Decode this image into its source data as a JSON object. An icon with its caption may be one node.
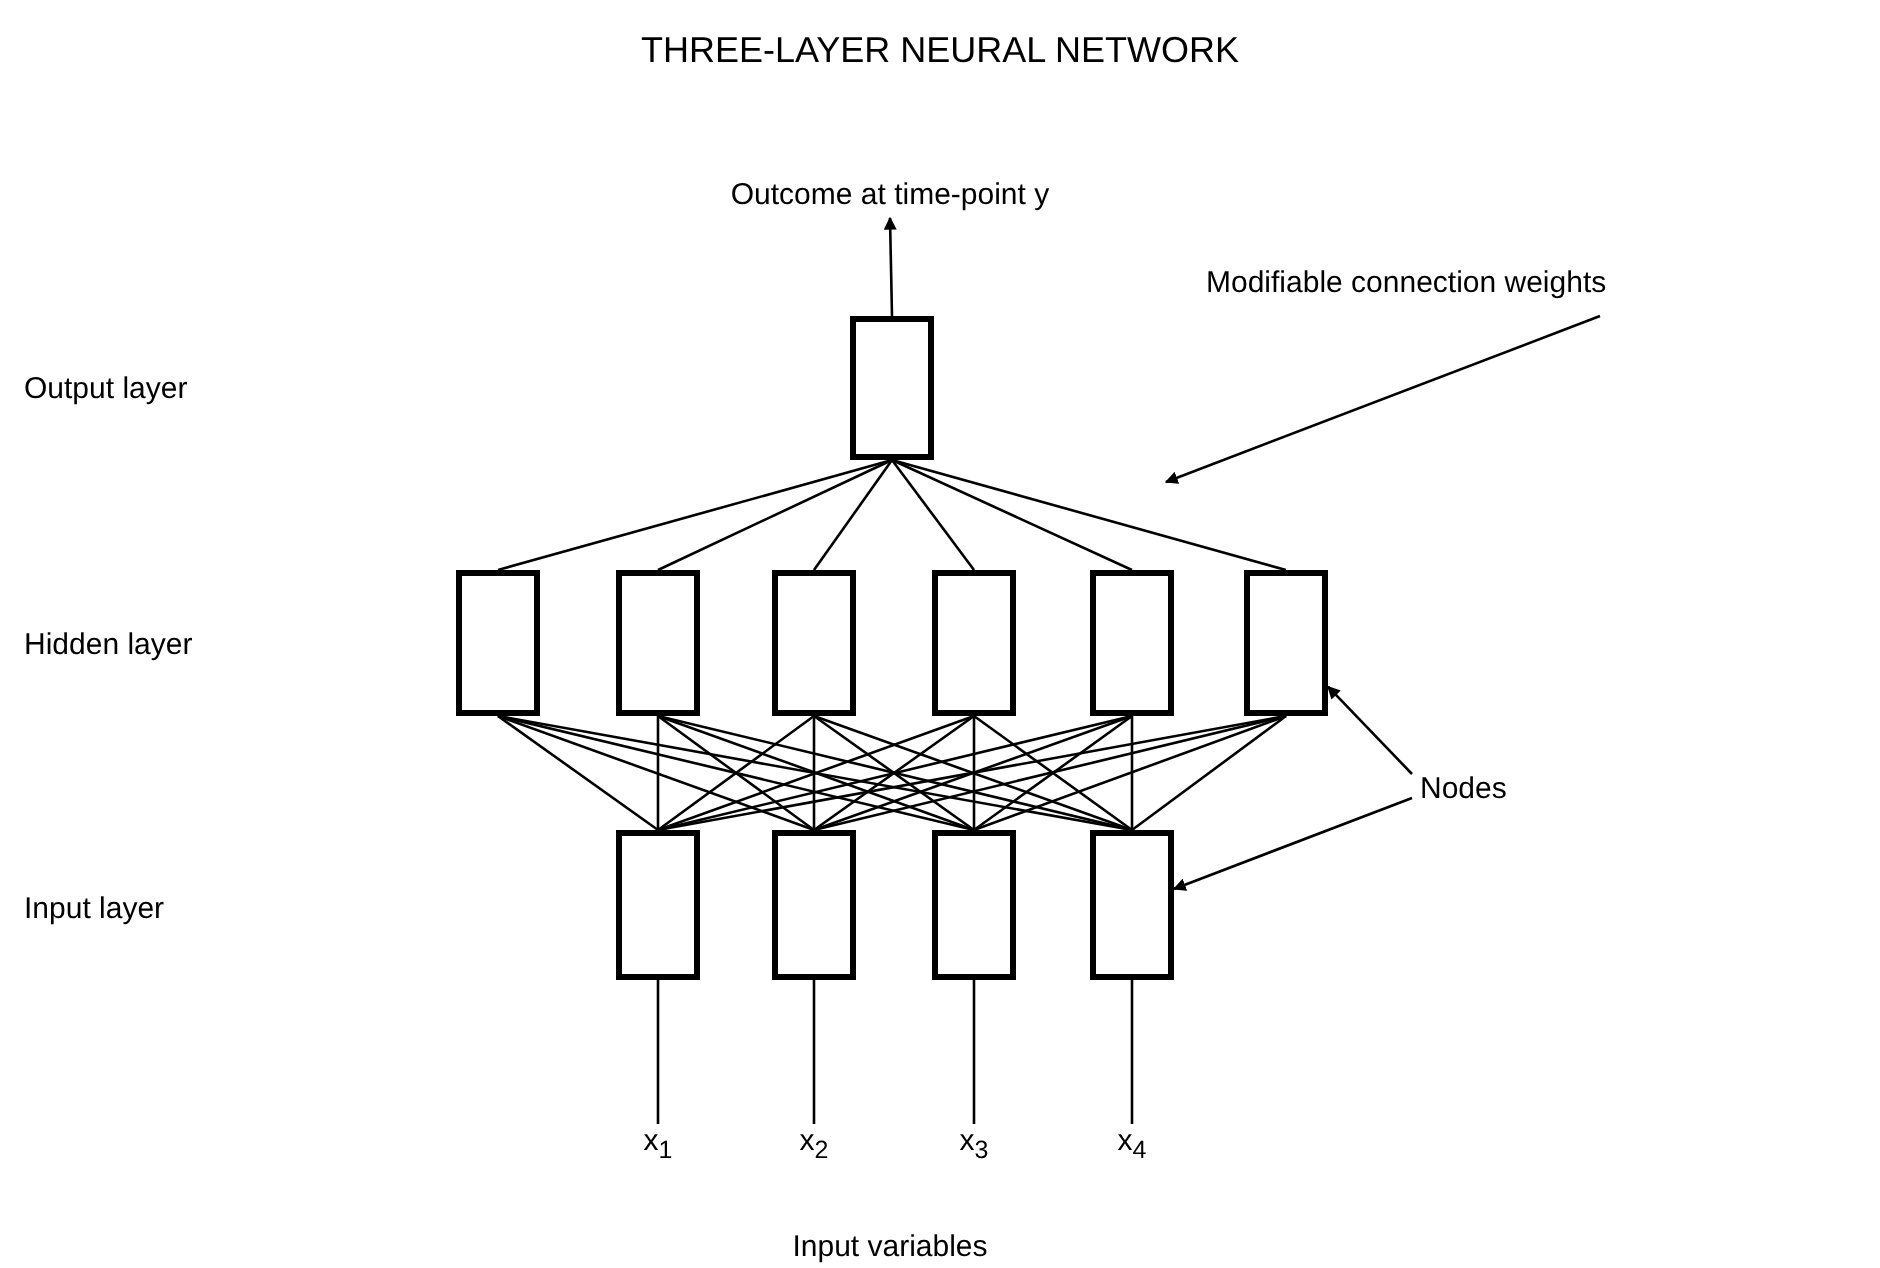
{
  "diagram": {
    "title": "THREE-LAYER NEURAL NETWORK",
    "nodes": [
      {
        "text": [],
        "shape": "box"
      },
      {
        "text": [],
        "shape": "box"
      },
      {
        "text": [],
        "shape": "box"
      },
      {
        "text": [],
        "shape": "box"
      },
      {
        "text": [],
        "shape": "box"
      },
      {
        "text": [],
        "shape": "box"
      },
      {
        "text": [],
        "shape": "box"
      },
      {
        "text": [],
        "shape": "box"
      },
      {
        "text": [],
        "shape": "box"
      },
      {
        "text": [],
        "shape": "box"
      },
      {
        "text": [],
        "shape": "box"
      },
      {
        "text": [
          "Outcome at time-point y"
        ]
      },
      {
        "text": [
          "Modifiable connection weights"
        ]
      },
      {
        "text": [
          "Nodes"
        ]
      },
      {
        "text": [
          "x$_{1}$"
        ]
      },
      {
        "text": [
          "x$_{2}$"
        ]
      },
      {
        "text": [
          "x$_{3}$"
        ]
      },
      {
        "text": [
          "x$_{4}$"
        ]
      }
    ],
    "edges": [
      {
        "from": 0,
        "to": 11,
        "arrow": "to"
      },
      {
        "from": 0,
        "to": 1,
        "arrow": "none"
      },
      {
        "from": 0,
        "to": 2,
        "arrow": "none"
      },
      {
        "from": 0,
        "to": 3,
        "arrow": "none"
      },
      {
        "from": 0,
        "to": 4,
        "arrow": "none"
      },
      {
        "from": 0,
        "to": 5,
        "arrow": "none"
      },
      {
        "from": 0,
        "to": 6,
        "arrow": "none"
      },
      {
        "from": 1,
        "to": 7,
        "arrow": "none"
      },
      {
        "from": 1,
        "to": 8,
        "arrow": "none"
      },
      {
        "from": 1,
        "to": 9,
        "arrow": "none"
      },
      {
        "from": 1,
        "to": 10,
        "arrow": "none"
      },
      {
        "from": 2,
        "to": 7,
        "arrow": "none"
      },
      {
        "from": 2,
        "to": 8,
        "arrow": "none"
      },
      {
        "from": 2,
        "to": 9,
        "arrow": "none"
      },
      {
        "from": 2,
        "to": 10,
        "arrow": "none"
      },
      {
        "from": 3,
        "to": 7,
        "arrow": "none"
      },
      {
        "from": 3,
        "to": 8,
        "arrow": "none"
      },
      {
        "from": 3,
        "to": 9,
        "arrow": "none"
      },
      {
        "from": 3,
        "to": 10,
        "arrow": "none"
      },
      {
        "from": 4,
        "to": 7,
        "arrow": "none"
      },
      {
        "from": 4,
        "to": 8,
        "arrow": "none"
      },
      {
        "from": 4,
        "to": 9,
        "arrow": "none"
      },
      {
        "from": 4,
        "to": 10,
        "arrow": "none"
      },
      {
        "from": 5,
        "to": 7,
        "arrow": "none"
      },
      {
        "from": 5,
        "to": 8,
        "arrow": "none"
      },
      {
        "from": 5,
        "to": 9,
        "arrow": "none"
      },
      {
        "from": 5,
        "to": 10,
        "arrow": "none"
      },
      {
        "from": 6,
        "to": 7,
        "arrow": "none"
      },
      {
        "from": 6,
        "to": 8,
        "arrow": "none"
      },
      {
        "from": 6,
        "to": 9,
        "arrow": "none"
      },
      {
        "from": 6,
        "to": 10,
        "arrow": "none"
      },
      {
        "from": 14,
        "to": 7,
        "arrow": "none"
      },
      {
        "from": 15,
        "to": 8,
        "arrow": "none"
      },
      {
        "from": 16,
        "to": 9,
        "arrow": "none"
      },
      {
        "from": 17,
        "to": 10,
        "arrow": "none"
      },
      {
        "from": 12,
        "to": null,
        "arrow": "to"
      },
      {
        "from": 13,
        "to": 6,
        "arrow": "to"
      },
      {
        "from": 13,
        "to": 10,
        "arrow": "to"
      }
    ],
    "labels": [
      "Output layer",
      "Hidden layer",
      "Input layer",
      "Input variables"
    ]
  }
}
